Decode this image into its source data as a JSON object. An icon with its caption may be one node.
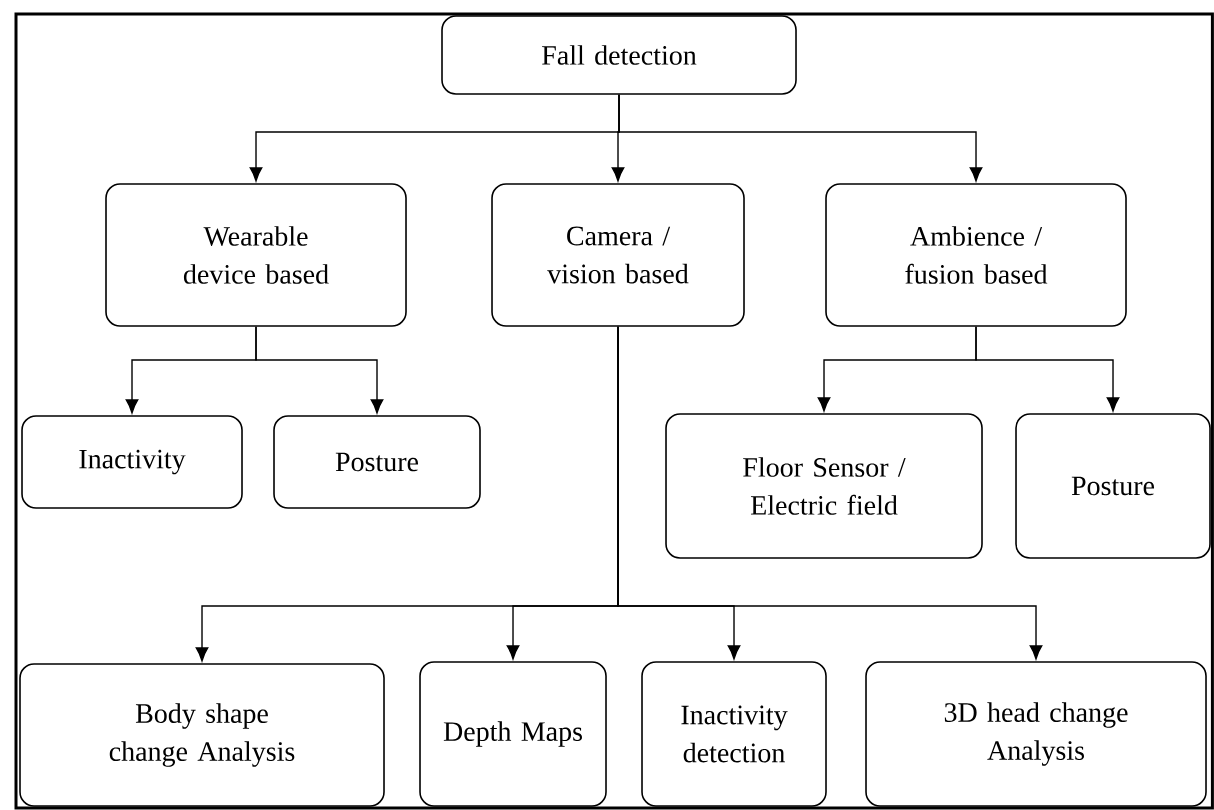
{
  "diagram": {
    "nodes": [
      {
        "text": [
          "Fall detection"
        ]
      },
      {
        "text": [
          "Wearable device based"
        ]
      },
      {
        "text": [
          "Camera / vision based"
        ]
      },
      {
        "text": [
          "Ambience / fusion based"
        ]
      },
      {
        "text": [
          "Inactivity"
        ]
      },
      {
        "text": [
          "Posture"
        ]
      },
      {
        "text": [
          "Floor Sensor / Electric field"
        ]
      },
      {
        "text": [
          "Posture"
        ]
      },
      {
        "text": [
          "Body shape change Analysis"
        ]
      },
      {
        "text": [
          "Depth Maps"
        ]
      },
      {
        "text": [
          "Inactivity detection"
        ]
      },
      {
        "text": [
          "3D head change Analysis"
        ]
      }
    ],
    "edges": [
      {
        "from": 0,
        "to": 1,
        "arrow": "to"
      },
      {
        "from": 0,
        "to": 2,
        "arrow": "to"
      },
      {
        "from": 0,
        "to": 3,
        "arrow": "to"
      },
      {
        "from": 1,
        "to": 4,
        "arrow": "to"
      },
      {
        "from": 1,
        "to": 5,
        "arrow": "to"
      },
      {
        "from": 3,
        "to": 6,
        "arrow": "to"
      },
      {
        "from": 3,
        "to": 7,
        "arrow": "to"
      },
      {
        "from": 2,
        "to": 8,
        "arrow": "to"
      },
      {
        "from": 2,
        "to": 9,
        "arrow": "to"
      },
      {
        "from": 2,
        "to": 10,
        "arrow": "to"
      },
      {
        "from": 2,
        "to": 11,
        "arrow": "to"
      }
    ]
  }
}
